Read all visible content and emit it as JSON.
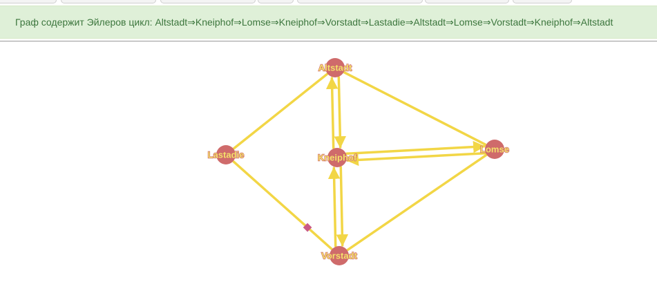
{
  "alert": {
    "text": "Граф содержит Эйлеров цикл: Altstadt⇒Kneiphof⇒Lomse⇒Kneiphof⇒Vorstadt⇒Lastadie⇒Altstadt⇒Lomse⇒Vorstadt⇒Kneiphof⇒Altstadt"
  },
  "graph": {
    "edge_color": "#f2d646",
    "node_color": "#cf6b6b",
    "marker_color": "#c95a85",
    "nodes": [
      {
        "id": "altstadt",
        "label": "Altstadt"
      },
      {
        "id": "kneiphof",
        "label": "Kneiphof"
      },
      {
        "id": "lomse",
        "label": "Lomse"
      },
      {
        "id": "lastadie",
        "label": "Lastadie"
      },
      {
        "id": "vorstadt",
        "label": "Vorstadt"
      }
    ],
    "edges": [
      {
        "from": "altstadt",
        "to": "kneiphof",
        "directed": true
      },
      {
        "from": "kneiphof",
        "to": "lomse",
        "directed": true
      },
      {
        "from": "lomse",
        "to": "kneiphof",
        "directed": true
      },
      {
        "from": "kneiphof",
        "to": "vorstadt",
        "directed": true
      },
      {
        "from": "vorstadt",
        "to": "lastadie",
        "directed": false
      },
      {
        "from": "lastadie",
        "to": "altstadt",
        "directed": false
      },
      {
        "from": "altstadt",
        "to": "lomse",
        "directed": false
      },
      {
        "from": "lomse",
        "to": "vorstadt",
        "directed": false
      },
      {
        "from": "vorstadt",
        "to": "kneiphof",
        "directed": true
      },
      {
        "from": "kneiphof",
        "to": "altstadt",
        "directed": true
      }
    ]
  }
}
